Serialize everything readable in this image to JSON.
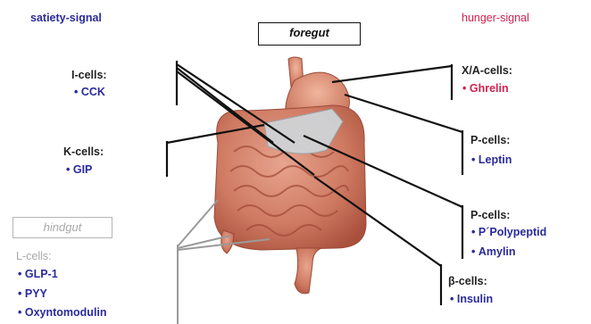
{
  "signals": {
    "satiety": "satiety-signal",
    "hunger": "hunger-signal"
  },
  "regions": {
    "foregut": "foregut",
    "hindgut": "hindgut"
  },
  "cells": {
    "i_cells": {
      "label": "I-cells:",
      "hormones": [
        "CCK"
      ]
    },
    "k_cells": {
      "label": "K-cells:",
      "hormones": [
        "GIP"
      ]
    },
    "l_cells": {
      "label": "L-cells:",
      "hormones": [
        "GLP-1",
        "PYY",
        "Oxyntomodulin"
      ]
    },
    "xa_cells": {
      "label": "X/A-cells:",
      "hormones": [
        "Ghrelin"
      ]
    },
    "p_cells_leptin": {
      "label": "P-cells:",
      "hormones": [
        "Leptin"
      ]
    },
    "p_cells_pp": {
      "label": "P-cells:",
      "hormones": [
        "P´Polypeptid",
        "Amylin"
      ]
    },
    "beta_cells": {
      "label": "β-cells:",
      "hormones": [
        "Insulin"
      ]
    }
  },
  "colors": {
    "satiety_text": "#2a2a9c",
    "hunger_text": "#d0234e",
    "intestine": "#cf7a62",
    "stomach_zone": "#cfd3d6"
  },
  "icons": {
    "gut_illustration": "gastrointestinal-tract-icon"
  }
}
